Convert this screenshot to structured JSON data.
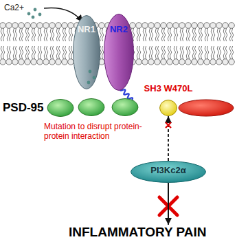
{
  "diagram": {
    "nodes": [
      {
        "text": [
          "NR1"
        ]
      },
      {
        "text": [
          "NR2"
        ]
      },
      {
        "text": [
          "SH3 W470L"
        ]
      },
      {
        "text": [
          "PI3Kc2α"
        ]
      },
      {
        "text": [
          "INFLAMMATORY PAIN"
        ]
      }
    ],
    "edges": [
      {
        "from": 3,
        "to": 2,
        "arrow": "to"
      },
      {
        "from": 3,
        "to": 4,
        "arrow": "to"
      }
    ],
    "labels": [
      "Ca2+",
      "PSD-95",
      "Mutation to disrupt protein-protein interaction"
    ]
  }
}
